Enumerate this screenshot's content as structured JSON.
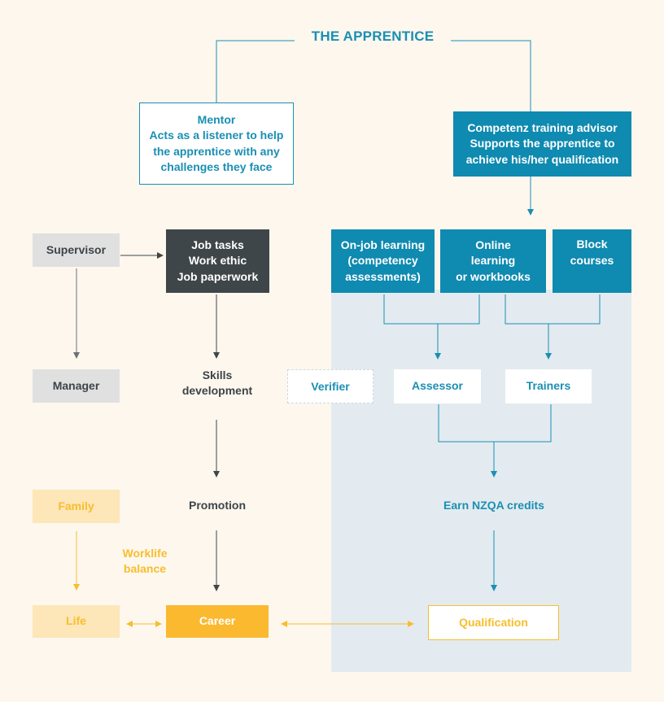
{
  "title": "THE APPRENTICE",
  "mentor": {
    "lines": [
      "Mentor",
      "Acts as a listener to help",
      "the apprentice with any",
      "challenges they face"
    ]
  },
  "advisor": {
    "lines": [
      "Competenz training advisor",
      "Supports the apprentice to",
      "achieve his/her qualification"
    ]
  },
  "supervisor": "Supervisor",
  "job_tasks": {
    "lines": [
      "Job tasks",
      "Work ethic",
      "Job paperwork"
    ]
  },
  "on_job_learning": {
    "lines": [
      "On-job learning",
      "(competency",
      "assessments)"
    ]
  },
  "online_learning": {
    "lines": [
      "Online",
      "learning",
      "or workbooks"
    ]
  },
  "block_courses": {
    "lines": [
      "Block",
      "courses"
    ]
  },
  "manager": "Manager",
  "skills_development": {
    "lines": [
      "Skills",
      "development"
    ]
  },
  "verifier": "Verifier",
  "assessor": "Assessor",
  "trainers": "Trainers",
  "family": "Family",
  "promotion": "Promotion",
  "earn_credits": "Earn NZQA credits",
  "worklife_balance": {
    "lines": [
      "Worklife",
      "balance"
    ]
  },
  "life": "Life",
  "career": "Career",
  "qualification": "Qualification",
  "colors": {
    "background": "#fdf7ee",
    "teal": "#0f8ab0",
    "dark": "#3f4649",
    "gold": "#fbb92f",
    "light_gold": "#fde6b8",
    "panel": "#e3ebf0"
  }
}
